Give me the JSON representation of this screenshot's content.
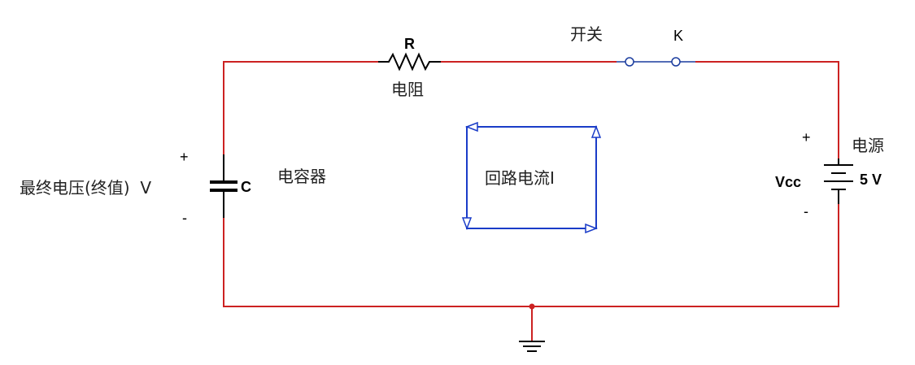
{
  "colors": {
    "wire": "#cc2222",
    "component": "#000000",
    "loop": "#1a3cc8",
    "switch": "#1a3c9e"
  },
  "labels": {
    "resistor_symbol": "R",
    "resistor_name": "电阻",
    "switch_name": "开关",
    "switch_symbol": "K",
    "capacitor_symbol": "C",
    "capacitor_name": "电容器",
    "capacitor_voltage": "最终电压(终值)  V",
    "cap_plus": "+",
    "cap_minus": "-",
    "source_name": "电源",
    "source_symbol": "Vcc",
    "source_value": "5 V",
    "source_plus": "+",
    "source_minus": "-",
    "loop_current": "回路电流I"
  },
  "icons": [
    "resistor-icon",
    "switch-icon",
    "capacitor-icon",
    "battery-icon",
    "ground-icon",
    "current-loop-arrow-icon"
  ]
}
